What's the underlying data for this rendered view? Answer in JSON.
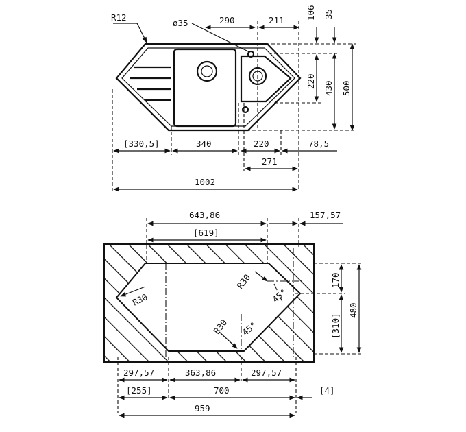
{
  "top_view": {
    "radius_label": "R12",
    "hole_label": "ø35",
    "dims": {
      "d290": "290",
      "d211": "211",
      "d106": "106",
      "d35": "35",
      "d220v": "220",
      "d430": "430",
      "d500": "500",
      "d330": "[330,5]",
      "d340": "340",
      "d220h": "220",
      "d78": "78,5",
      "d271": "271",
      "d1002": "1002"
    }
  },
  "cutout_view": {
    "dims": {
      "d643": "643,86",
      "d619": "[619]",
      "d157": "157,57",
      "d170": "170",
      "d310": "[310]",
      "d480": "480",
      "d297a": "297,57",
      "d363": "363,86",
      "d297b": "297,57",
      "d255": "[255]",
      "d700": "700",
      "d4": "[4]",
      "d959": "959"
    },
    "radii": {
      "r_left": "R30",
      "r_mid": "R30",
      "r_top": "R30"
    },
    "angles": {
      "a_mid": "45°",
      "a_right": "45°"
    }
  }
}
